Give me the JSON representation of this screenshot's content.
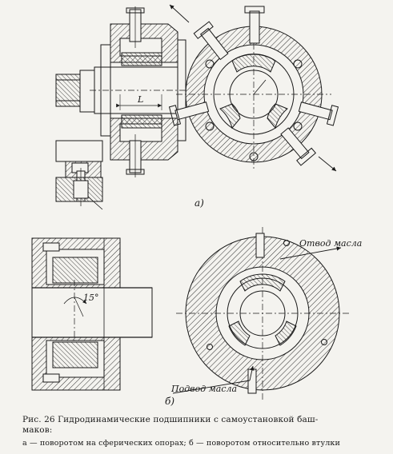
{
  "figure": {
    "panel_a_label": "а)",
    "panel_b_label": "б)",
    "dimension_L": "L",
    "angle_label": "15°",
    "oil_outlet_label": "Отвод масла",
    "oil_inlet_label": "Подвод масла"
  },
  "caption": {
    "line1": "Рис. 26  Гидродинамические подшипники с самоустановкой баш-",
    "line2": "маков:",
    "line3": "а — поворотом на сферических опорах; б — поворотом относительно втулки"
  },
  "colors": {
    "ink": "#1a1a1a",
    "paper": "#f4f3ef"
  }
}
